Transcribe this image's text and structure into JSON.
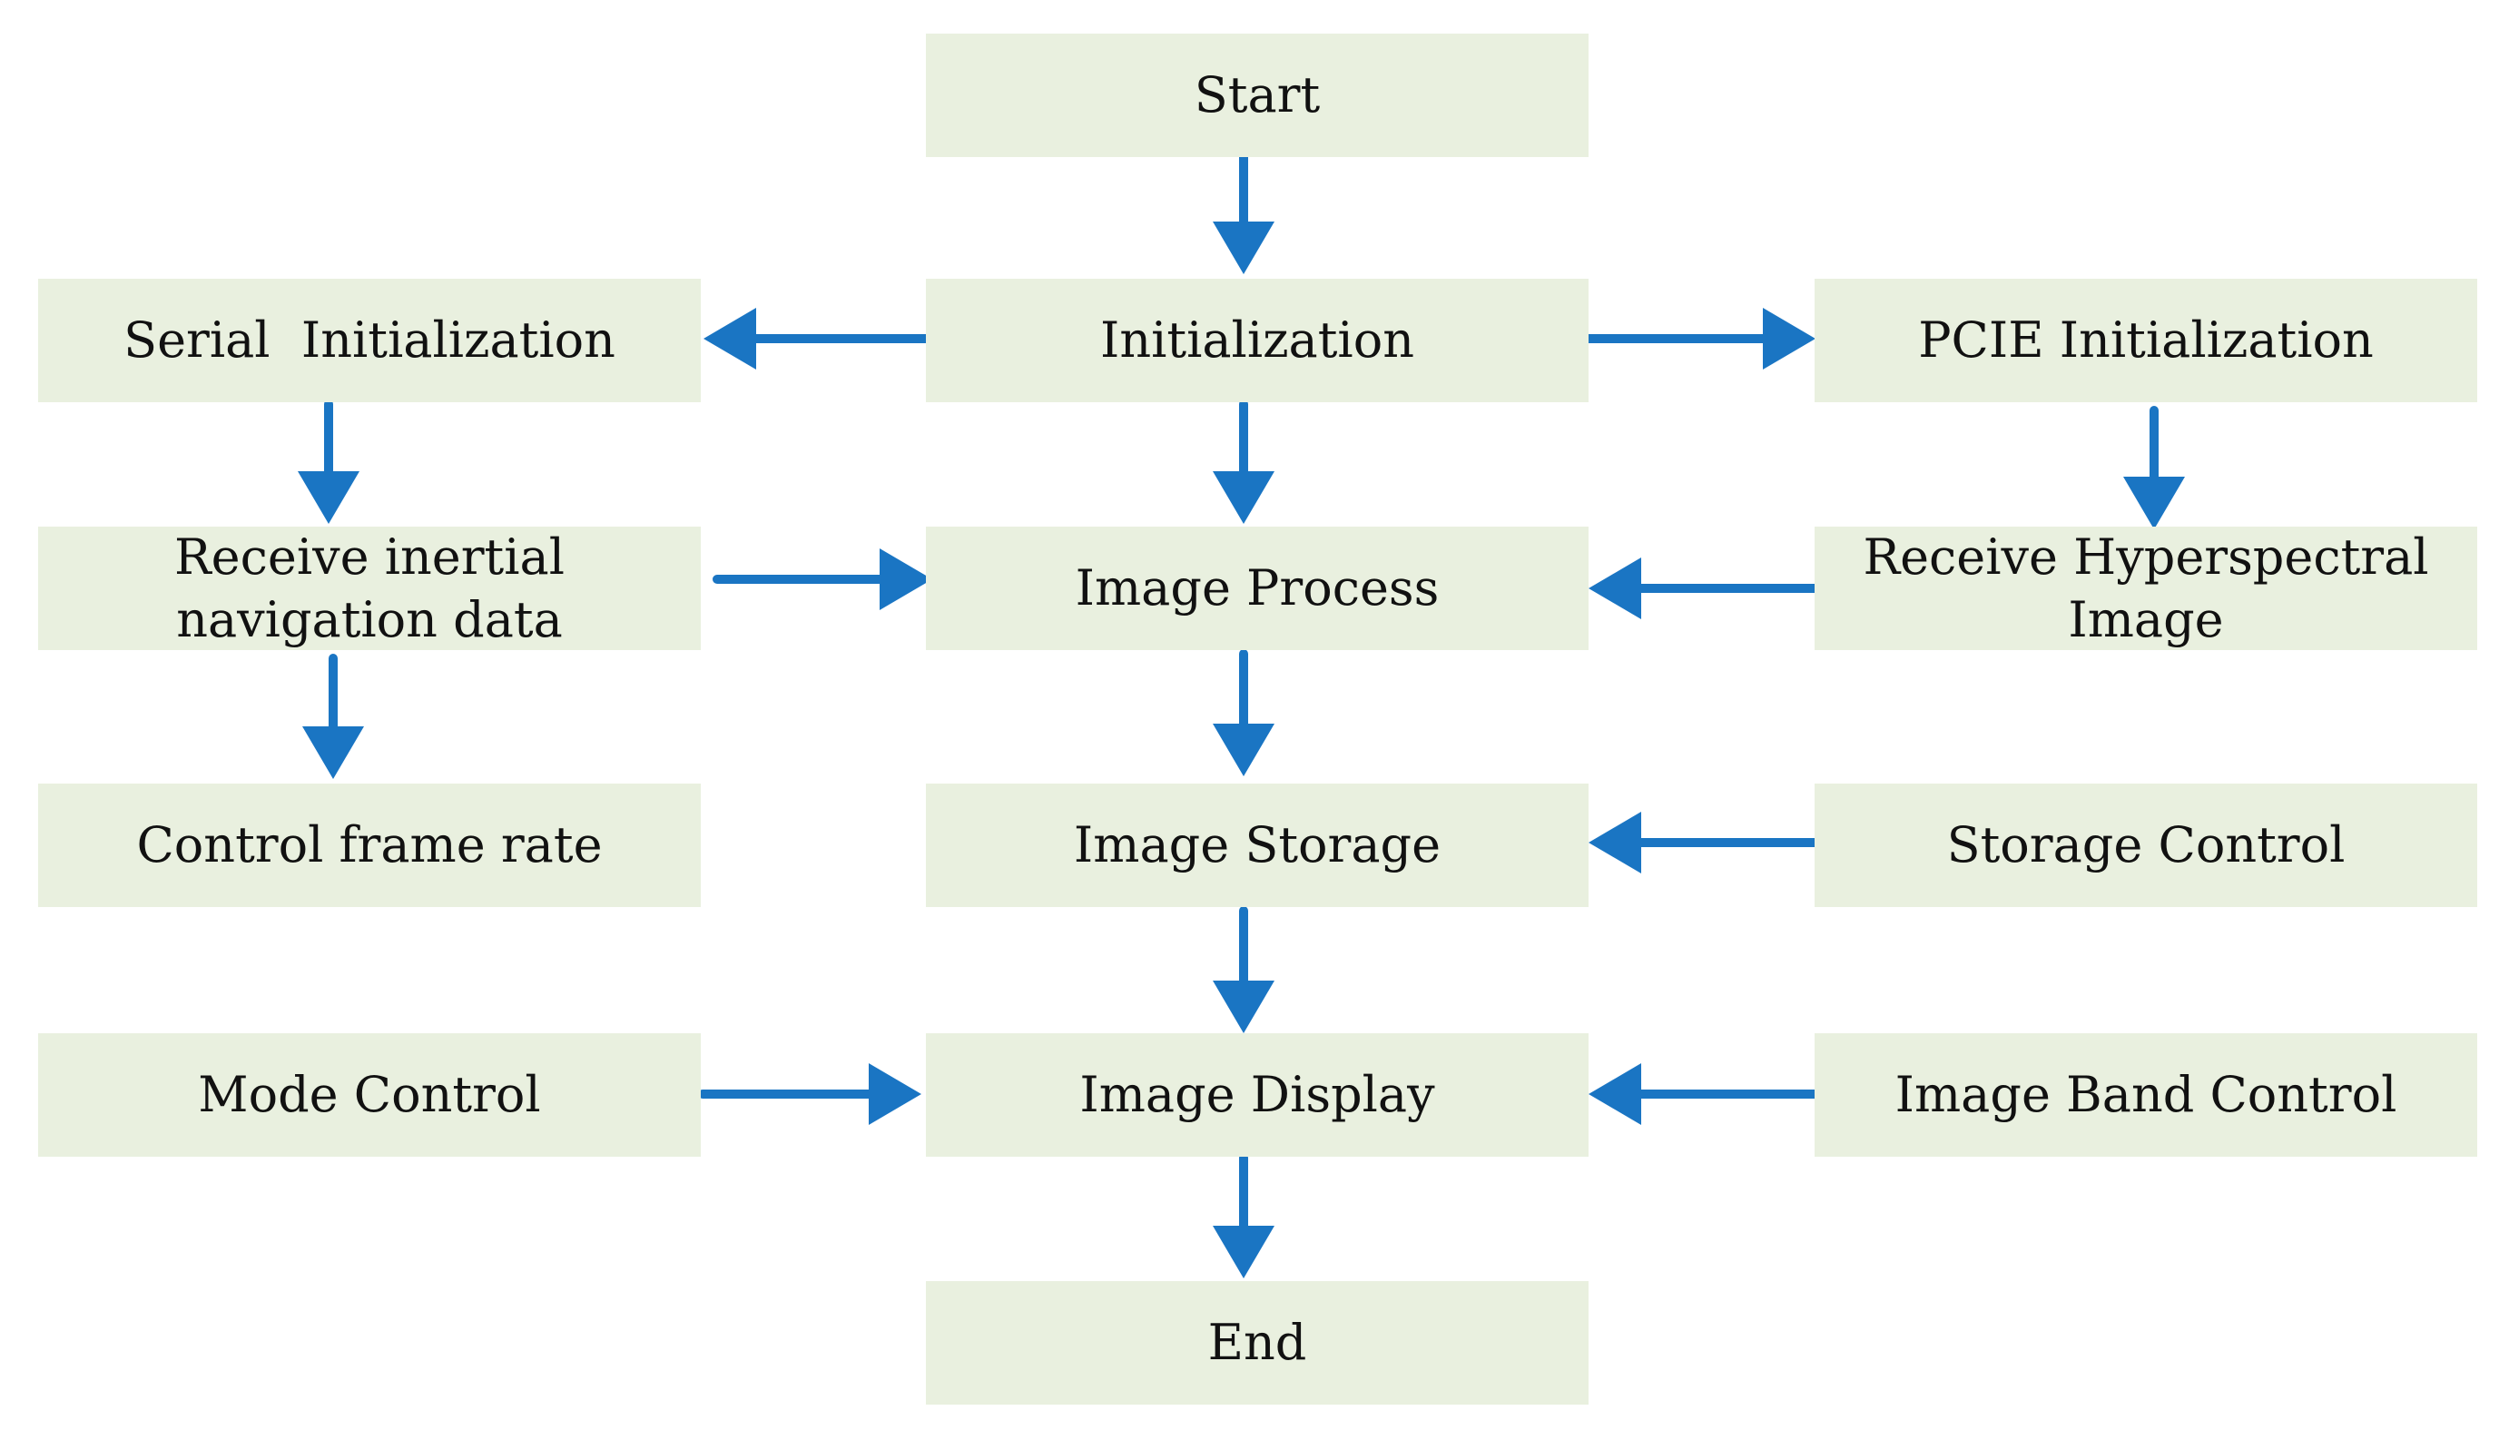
{
  "diagram": {
    "nodes": {
      "start": "Start",
      "initialization": "Initialization",
      "serial_initialization": "Serial  Initialization",
      "pcie_initialization": "PCIE Initialization",
      "receive_inertial": "Receive inertial\nnavigation data",
      "image_process": "Image Process",
      "receive_hyperspectral": "Receive Hyperspectral\nImage",
      "control_frame_rate": "Control frame rate",
      "image_storage": "Image Storage",
      "storage_control": "Storage Control",
      "mode_control": "Mode Control",
      "image_display": "Image Display",
      "image_band_control": "Image Band Control",
      "end": "End"
    },
    "edges": [
      {
        "from": "start",
        "to": "initialization"
      },
      {
        "from": "initialization",
        "to": "serial_initialization"
      },
      {
        "from": "initialization",
        "to": "pcie_initialization"
      },
      {
        "from": "initialization",
        "to": "image_process"
      },
      {
        "from": "serial_initialization",
        "to": "receive_inertial"
      },
      {
        "from": "pcie_initialization",
        "to": "receive_hyperspectral"
      },
      {
        "from": "receive_inertial",
        "to": "image_process"
      },
      {
        "from": "receive_hyperspectral",
        "to": "image_process"
      },
      {
        "from": "receive_inertial",
        "to": "control_frame_rate"
      },
      {
        "from": "image_process",
        "to": "image_storage"
      },
      {
        "from": "storage_control",
        "to": "image_storage"
      },
      {
        "from": "image_storage",
        "to": "image_display"
      },
      {
        "from": "mode_control",
        "to": "image_display"
      },
      {
        "from": "image_band_control",
        "to": "image_display"
      },
      {
        "from": "image_display",
        "to": "end"
      }
    ],
    "colors": {
      "node_fill": "#e9f0df",
      "arrow": "#1a75c3",
      "text": "#111111"
    }
  }
}
